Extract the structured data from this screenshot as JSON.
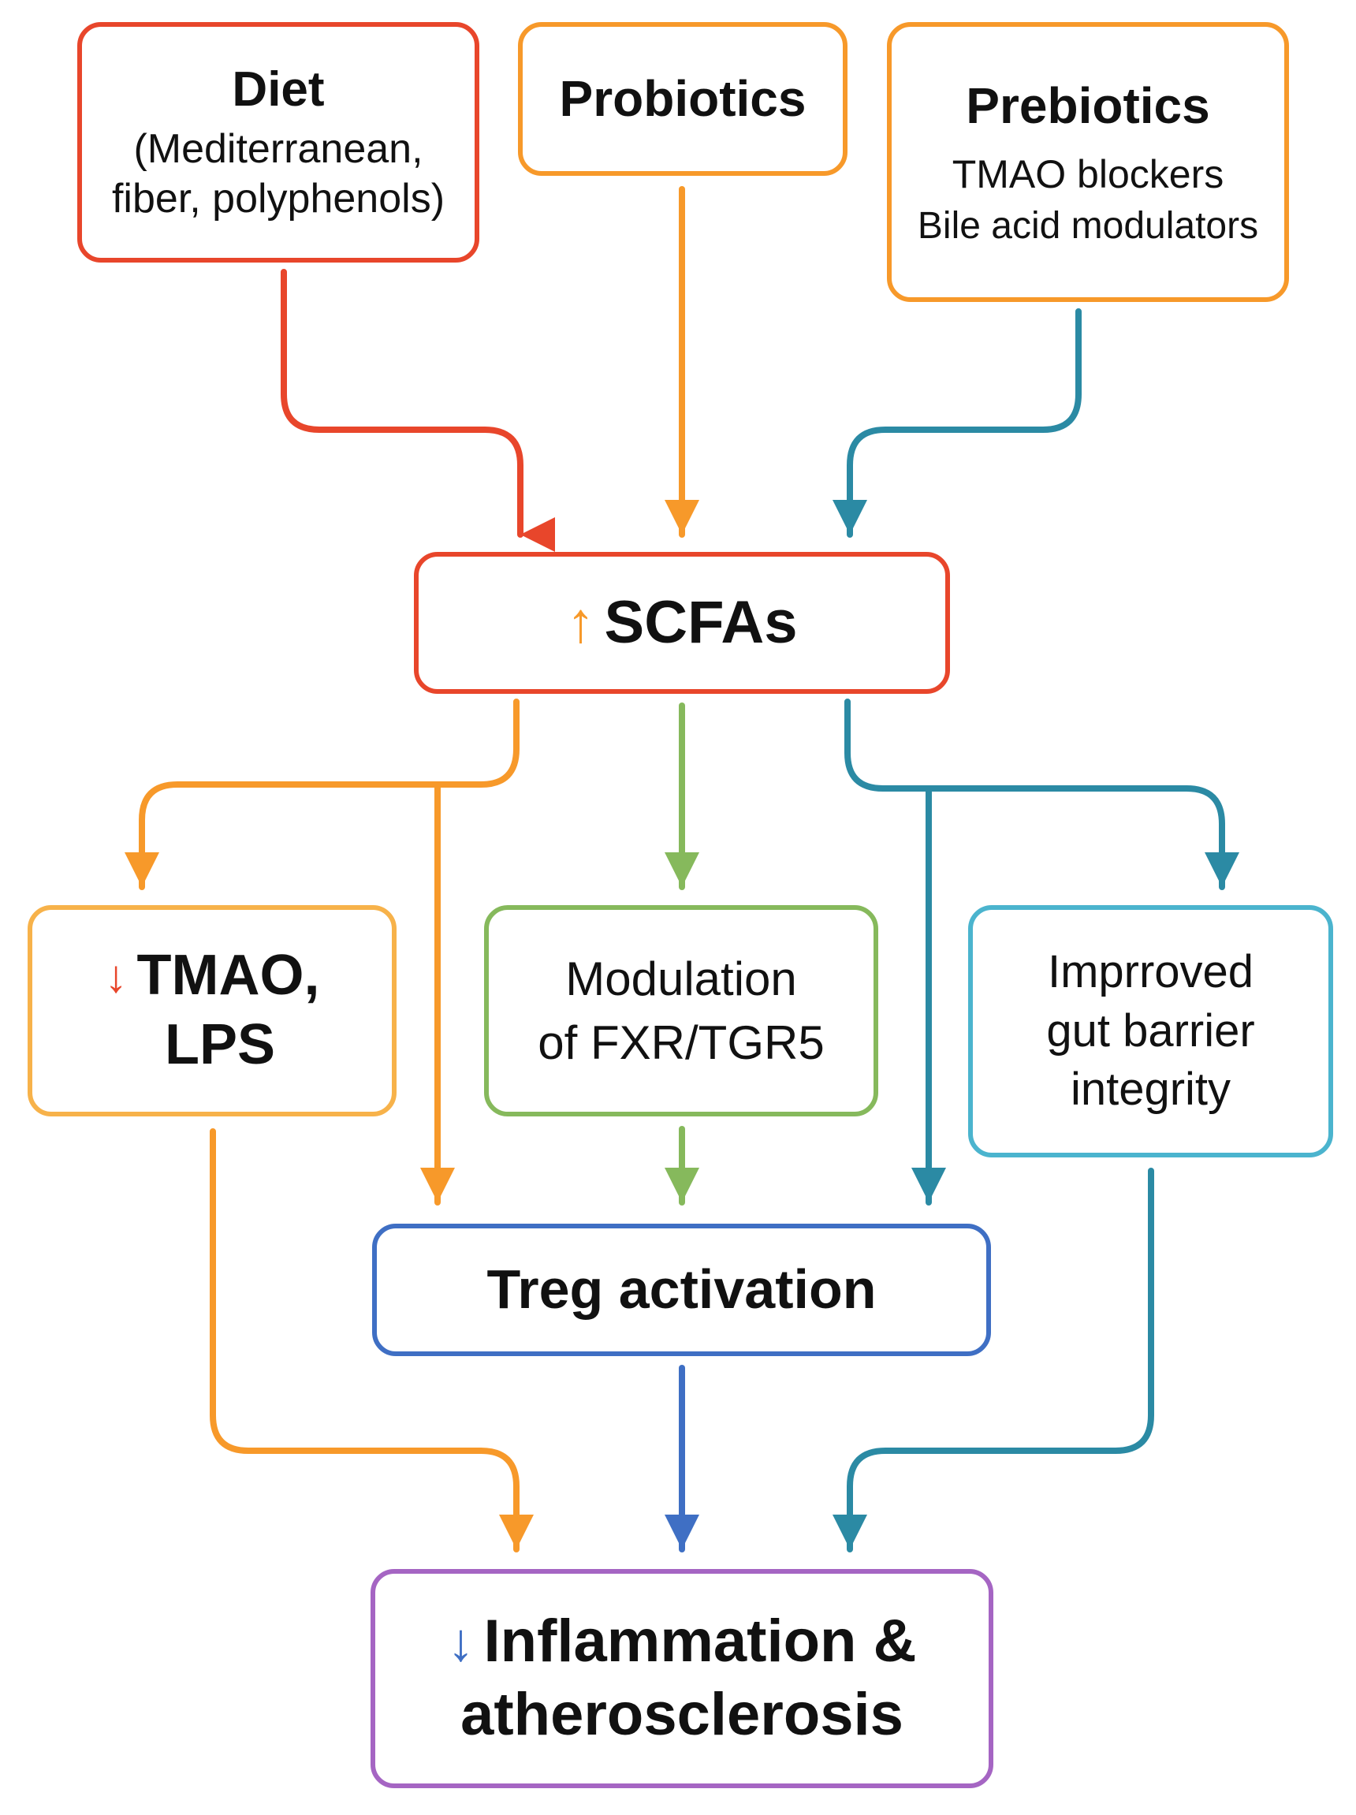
{
  "colors": {
    "red": "#e8462b",
    "orange": "#f7992a",
    "teal": "#2b8aa4",
    "green": "#86b95c",
    "cyan": "#4bb4ce",
    "blue": "#3f6fc4",
    "purple": "#a565c3"
  },
  "nodes": {
    "diet": {
      "title": "Diet",
      "line1": "(Mediterranean,",
      "line2": "fiber, polyphenols)"
    },
    "probiotics": {
      "title": "Probiotics"
    },
    "prebiotics": {
      "title": "Prebiotics",
      "line1": "TMAO blockers",
      "line2": "Bile acid modulators"
    },
    "scfas": {
      "arrow": "↑",
      "label": "SCFAs"
    },
    "tmao": {
      "arrow": "↓",
      "line1": "TMAO,",
      "line2": "LPS"
    },
    "fxr": {
      "line1": "Modulation",
      "line2": "of FXR/TGR5"
    },
    "gut": {
      "line1": "Imprroved",
      "line2": "gut barrier",
      "line3": "integrity"
    },
    "treg": {
      "label": "Treg activation"
    },
    "outcome": {
      "arrow": "↓",
      "line1": "Inflammation &",
      "line2": "atherosclerosis"
    }
  }
}
